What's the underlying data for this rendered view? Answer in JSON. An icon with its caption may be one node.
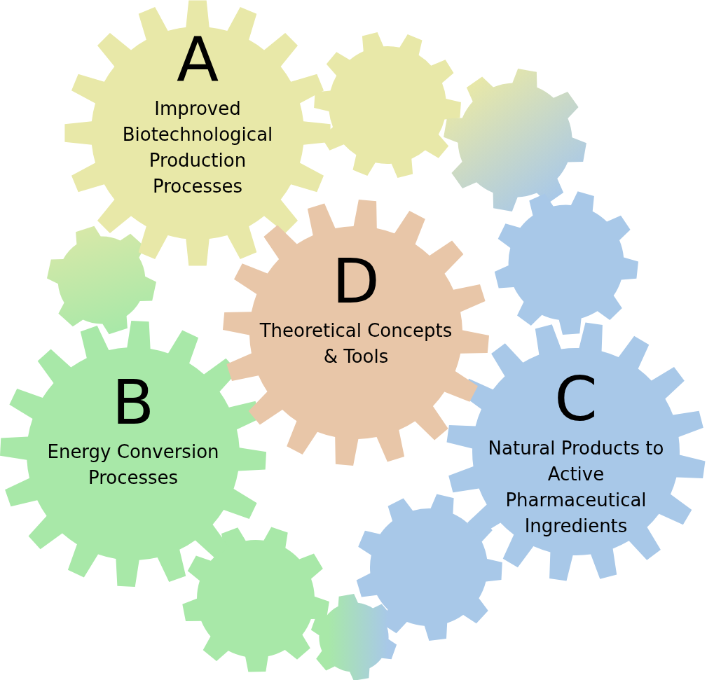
{
  "diagram": {
    "nodes": [
      {
        "text": [
          "A",
          "Improved Biotechnological Production Processes"
        ]
      },
      {
        "text": [
          "D",
          "Theoretical Concepts & Tools"
        ]
      },
      {
        "text": [
          "B",
          "Energy Conversion Processes"
        ]
      },
      {
        "text": [
          "C",
          "Natural Products to Active Pharmaceutical Ingredients"
        ]
      },
      {
        "text": [],
        "shape": "gear"
      },
      {
        "text": [],
        "shape": "gear"
      },
      {
        "text": [],
        "shape": "gear"
      },
      {
        "text": [],
        "shape": "gear"
      },
      {
        "text": [],
        "shape": "gear"
      },
      {
        "text": [],
        "shape": "gear"
      },
      {
        "text": [],
        "shape": "gear"
      }
    ]
  }
}
